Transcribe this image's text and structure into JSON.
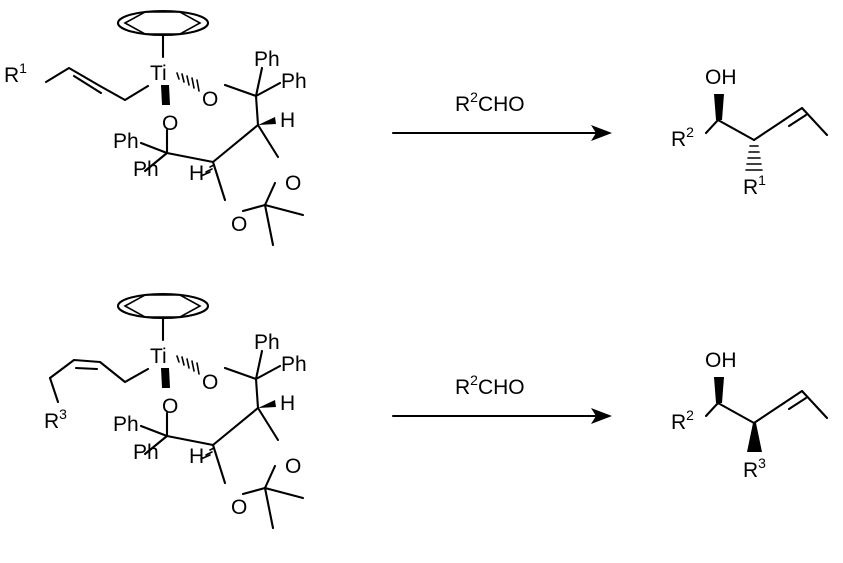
{
  "scheme": {
    "reaction_1": {
      "reagent": {
        "main": "R",
        "sup": "2",
        "rest": "CHO"
      },
      "complex": {
        "allyl_substituent": {
          "main": "R",
          "sup": "1"
        },
        "metal": "Ti",
        "alkoxide_o_top": "O",
        "alkoxide_o_left": "O",
        "phenyl_labels": [
          "Ph",
          "Ph",
          "Ph",
          "Ph"
        ],
        "hydrogen_top": "H",
        "hydrogen_bottom": "H",
        "ring_o_right": "O",
        "ring_o_bottom": "O"
      },
      "product": {
        "hydroxyl": "OH",
        "r2": {
          "main": "R",
          "sup": "2"
        },
        "r1": {
          "main": "R",
          "sup": "1"
        }
      }
    },
    "reaction_2": {
      "reagent": {
        "main": "R",
        "sup": "2",
        "rest": "CHO"
      },
      "complex": {
        "allyl_substituent": {
          "main": "R",
          "sup": "3"
        },
        "metal": "Ti",
        "alkoxide_o_top": "O",
        "alkoxide_o_left": "O",
        "phenyl_labels": [
          "Ph",
          "Ph",
          "Ph",
          "Ph"
        ],
        "hydrogen_top": "H",
        "hydrogen_bottom": "H",
        "ring_o_right": "O",
        "ring_o_bottom": "O"
      },
      "product": {
        "hydroxyl": "OH",
        "r2": {
          "main": "R",
          "sup": "2"
        },
        "r3": {
          "main": "R",
          "sup": "3"
        }
      }
    }
  }
}
